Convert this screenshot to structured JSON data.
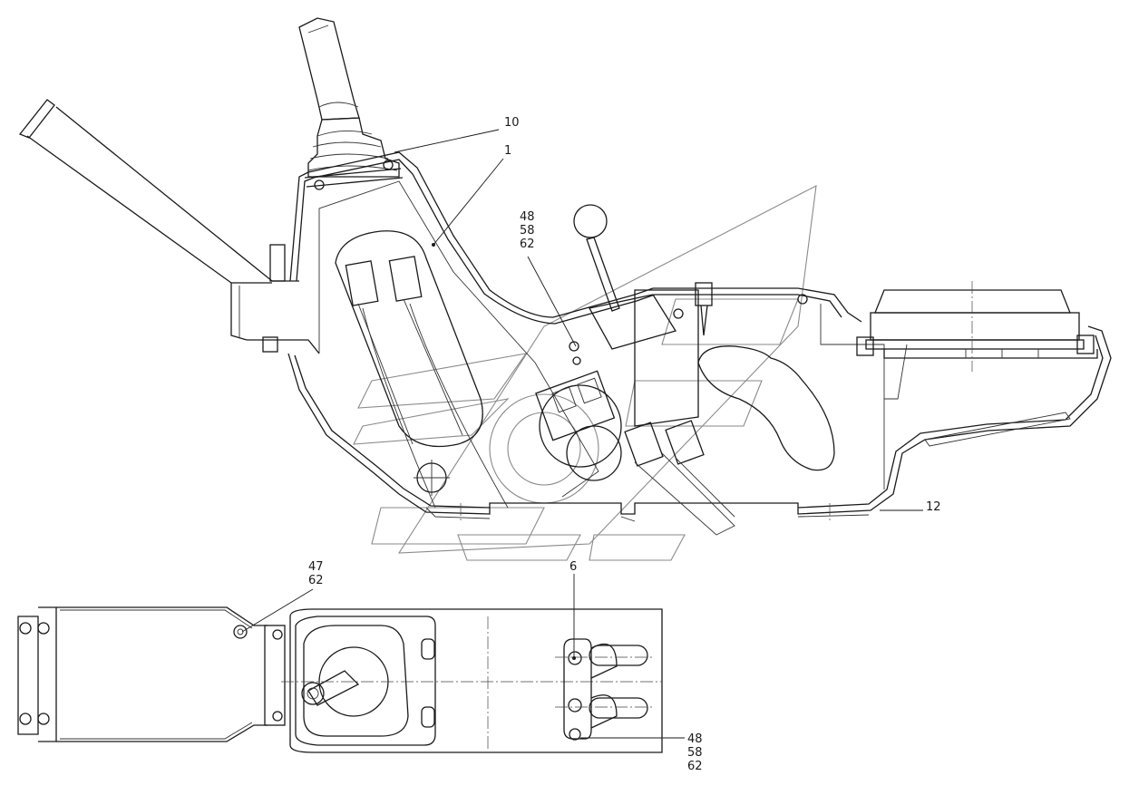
{
  "callouts": {
    "c10": "10",
    "c1": "1",
    "c48_side": [
      "48",
      "58",
      "62"
    ],
    "c12": "12",
    "c6": "6",
    "c47": [
      "47",
      "62"
    ],
    "c48_plan": [
      "48",
      "58",
      "62"
    ]
  }
}
